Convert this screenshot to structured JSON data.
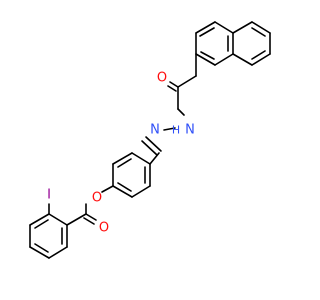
{
  "molecule": {
    "atoms": [
      {
        "label": "O",
        "color": "#ff0d0d"
      },
      {
        "label": "H",
        "color": "#3050f8"
      },
      {
        "label": "N",
        "color": "#3050f8"
      },
      {
        "label": "N",
        "color": "#3050f8"
      },
      {
        "label": "O",
        "color": "#ff0d0d"
      },
      {
        "label": "I",
        "color": "#940094"
      },
      {
        "label": "O",
        "color": "#ff0d0d"
      }
    ],
    "bond_color": "#000000"
  }
}
